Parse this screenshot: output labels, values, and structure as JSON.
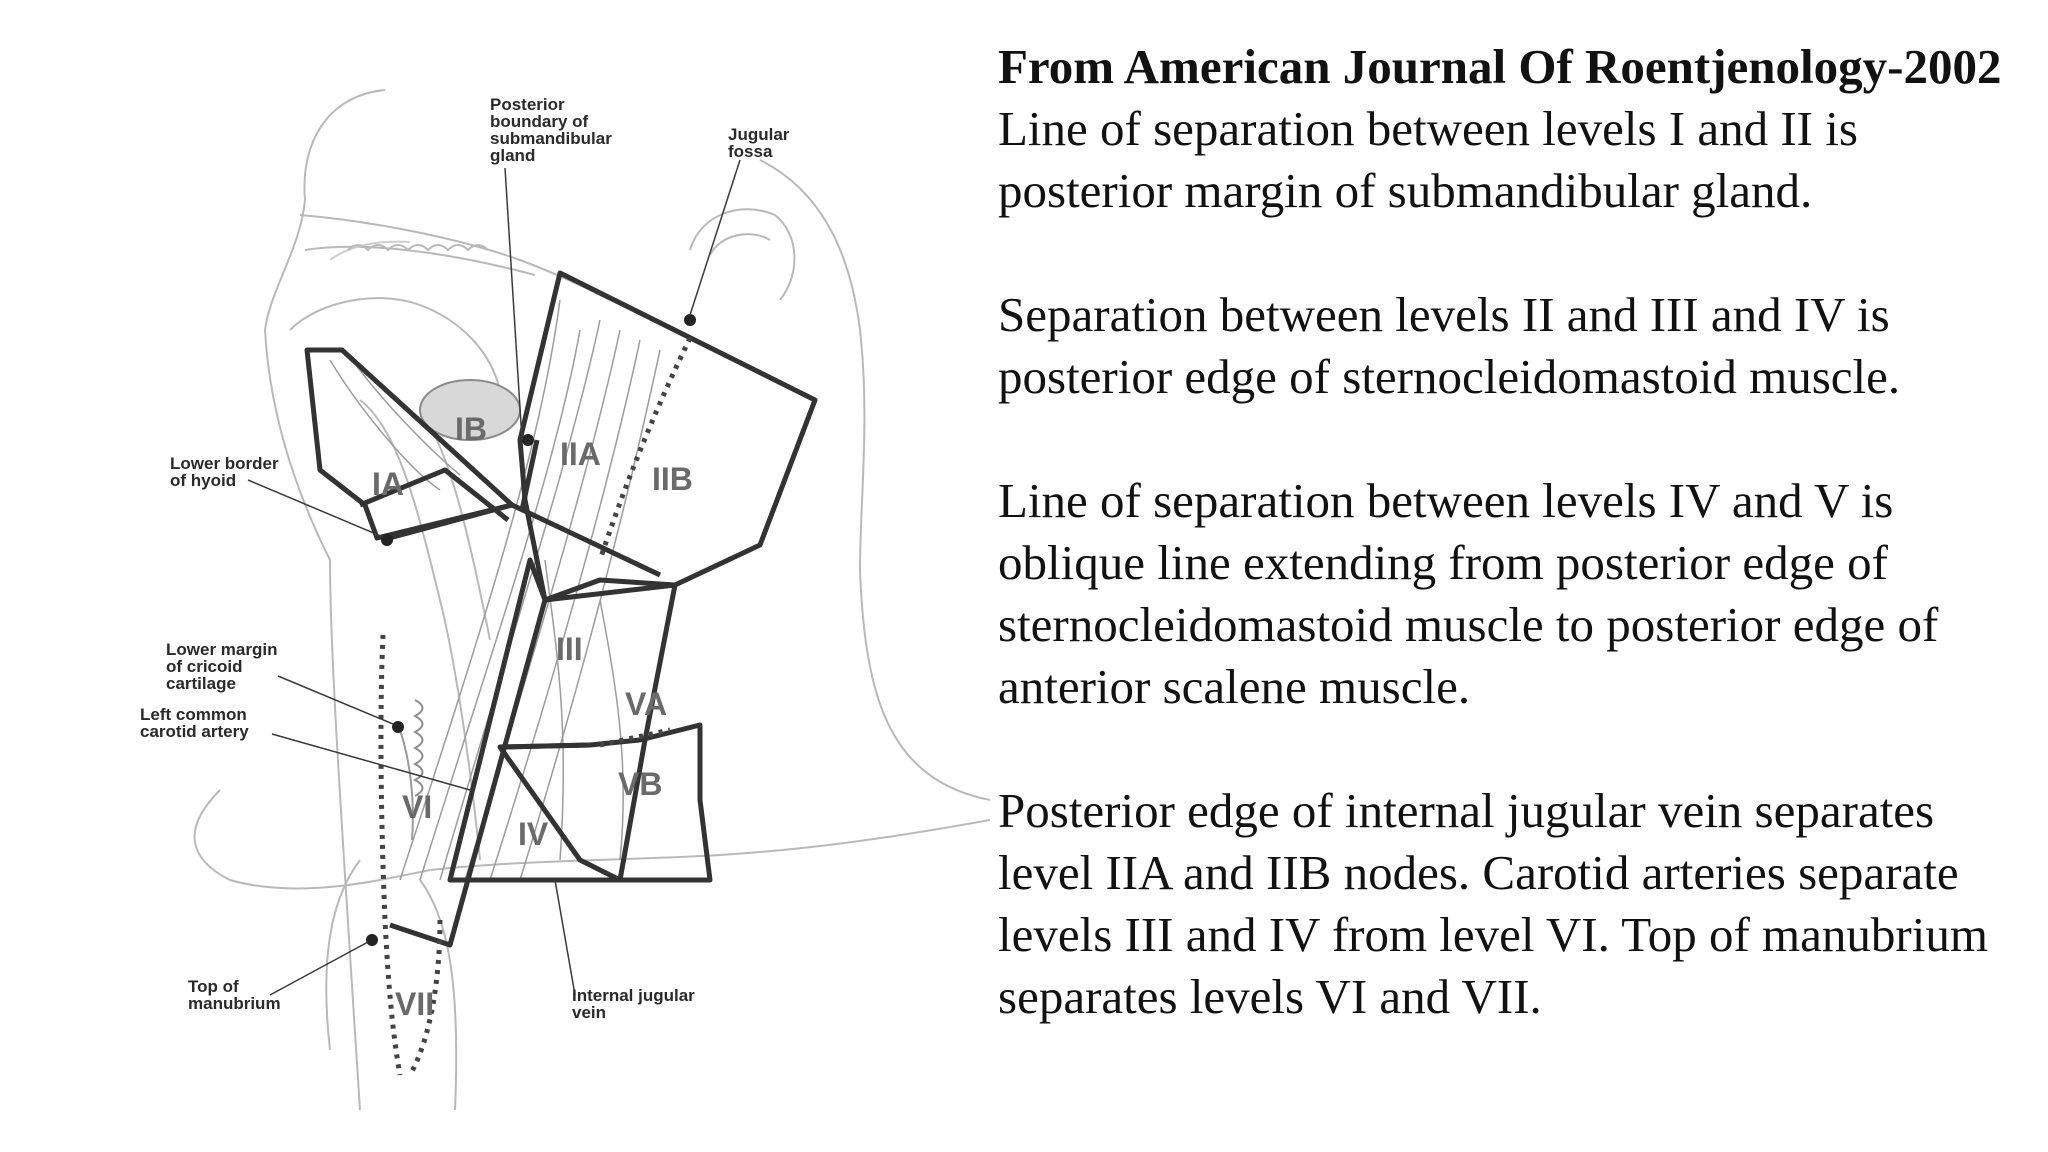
{
  "diagram": {
    "zones": {
      "IA": "IA",
      "IB": "IB",
      "IIA": "IIA",
      "IIB": "IIB",
      "III": "III",
      "IV": "IV",
      "VA": "VA",
      "VB": "VB",
      "VI": "VI",
      "VII": "VII"
    },
    "callouts": {
      "posterior_boundary": [
        "Posterior",
        "boundary of",
        "submandibular",
        "gland"
      ],
      "jugular_fossa": [
        "Jugular",
        "fossa"
      ],
      "lower_border_hyoid": [
        "Lower border",
        "of hyoid"
      ],
      "lower_margin_cricoid": [
        "Lower margin",
        "of cricoid",
        "cartilage"
      ],
      "left_common_carotid": [
        "Left common",
        "carotid artery"
      ],
      "top_of_manubrium": [
        "Top of",
        "manubrium"
      ],
      "internal_jugular_vein": [
        "Internal jugular",
        "vein"
      ]
    }
  },
  "text": {
    "source_title": "From American Journal Of Roentjenology-2002",
    "paragraphs": [
      "Line of separation between levels I and II is posterior margin of submandibular gland.",
      "Separation between levels II and III and IV is posterior edge of sternocleidomastoid muscle.",
      "Line of separation between levels IV and V is oblique line extending from posterior edge of sternocleidomastoid muscle to posterior edge of anterior scalene muscle.",
      "Posterior edge of internal jugular vein separates level IIA and IIB nodes. Carotid arteries separate levels III and IV from level VI. Top of manubrium separates levels VI and VII."
    ]
  }
}
